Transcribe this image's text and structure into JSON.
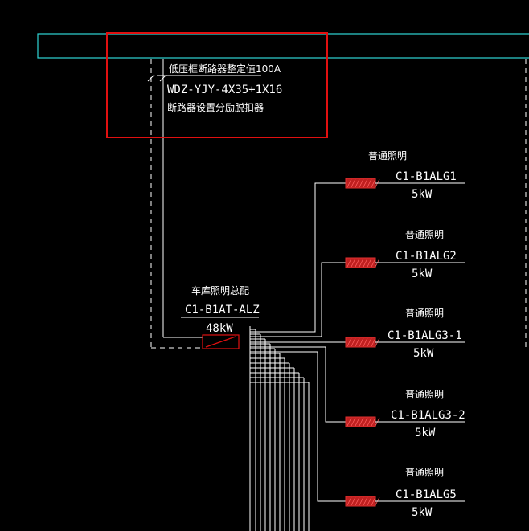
{
  "colors": {
    "background": "#000000",
    "linework": "#ffffff",
    "busbar": "#2fd6d6",
    "highlight_box": "#e01010",
    "breaker_fill": "#c02020"
  },
  "feeder": {
    "breaker_setting": "低压框断路器整定值100A",
    "cable_spec": "WDZ-YJY-4X35+1X16",
    "breaker_note": "断路器设置分励脱扣器"
  },
  "panel": {
    "name": "车库照明总配",
    "id": "C1-B1AT-ALZ",
    "power": "48kW"
  },
  "branches": [
    {
      "label": "普通照明",
      "id": "C1-B1ALG1",
      "power": "5kW"
    },
    {
      "label": "普通照明",
      "id": "C1-B1ALG2",
      "power": "5kW"
    },
    {
      "label": "普通照明",
      "id": "C1-B1ALG3-1",
      "power": "5kW"
    },
    {
      "label": "普通照明",
      "id": "C1-B1ALG3-2",
      "power": "5kW"
    },
    {
      "label": "普通照明",
      "id": "C1-B1ALG5",
      "power": "5kW"
    }
  ]
}
